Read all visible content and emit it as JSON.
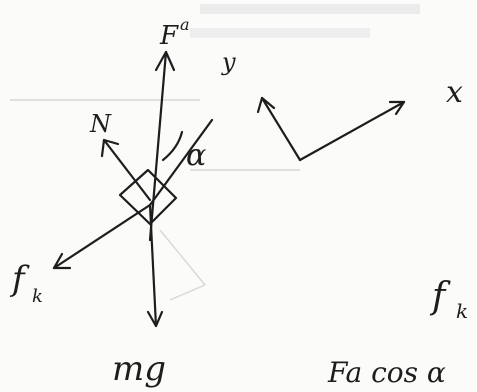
{
  "diagram": {
    "labels": {
      "applied_force": "F",
      "applied_superscript": "a",
      "normal_force": "N",
      "angle": "α",
      "friction_left": "f",
      "friction_left_sub": "k",
      "weight": "mg",
      "axis_y": "y",
      "axis_x": "x",
      "friction_right": "f",
      "friction_right_sub": "k",
      "component_expr": "Fa cos α"
    }
  }
}
